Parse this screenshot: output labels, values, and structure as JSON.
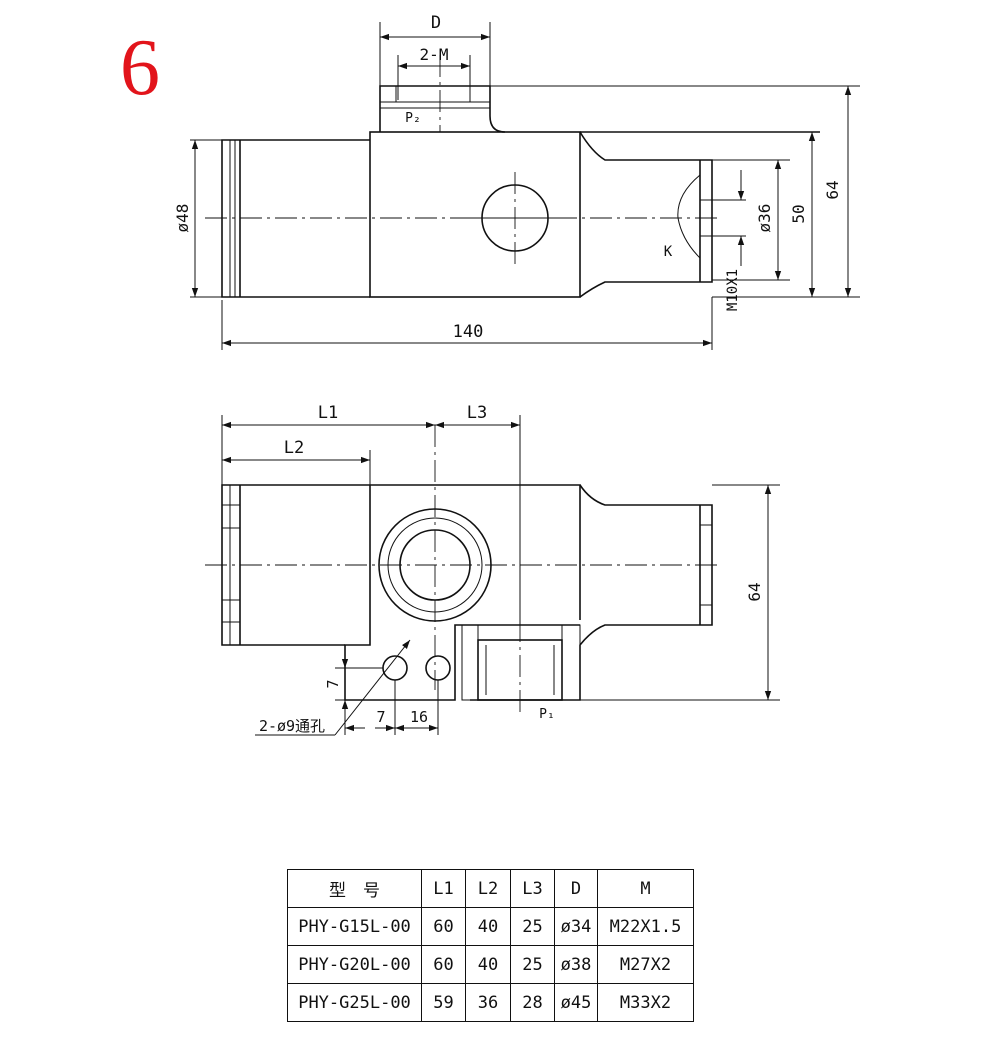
{
  "figure_number": "6",
  "top_view": {
    "dim_D": "D",
    "dim_2M": "2-M",
    "port_P2": "P₂",
    "dim_phi48": "ø48",
    "dim_140": "140",
    "dim_phi36": "ø36",
    "dim_50": "50",
    "dim_64": "64",
    "label_K": "K",
    "thread_M10": "M10X1"
  },
  "front_view": {
    "dim_L1": "L1",
    "dim_L2": "L2",
    "dim_L3": "L3",
    "dim_64": "64",
    "dim_7_vertical": "7",
    "dim_7_horizontal": "7",
    "dim_16": "16",
    "holes_note": "2-ø9通孔",
    "port_P1": "P₁"
  },
  "spec_table": {
    "headers": [
      "型　号",
      "L1",
      "L2",
      "L3",
      "D",
      "M"
    ],
    "rows": [
      [
        "PHY-G15L-00",
        "60",
        "40",
        "25",
        "ø34",
        "M22X1.5"
      ],
      [
        "PHY-G20L-00",
        "60",
        "40",
        "25",
        "ø38",
        "M27X2"
      ],
      [
        "PHY-G25L-00",
        "59",
        "36",
        "28",
        "ø45",
        "M33X2"
      ]
    ]
  }
}
